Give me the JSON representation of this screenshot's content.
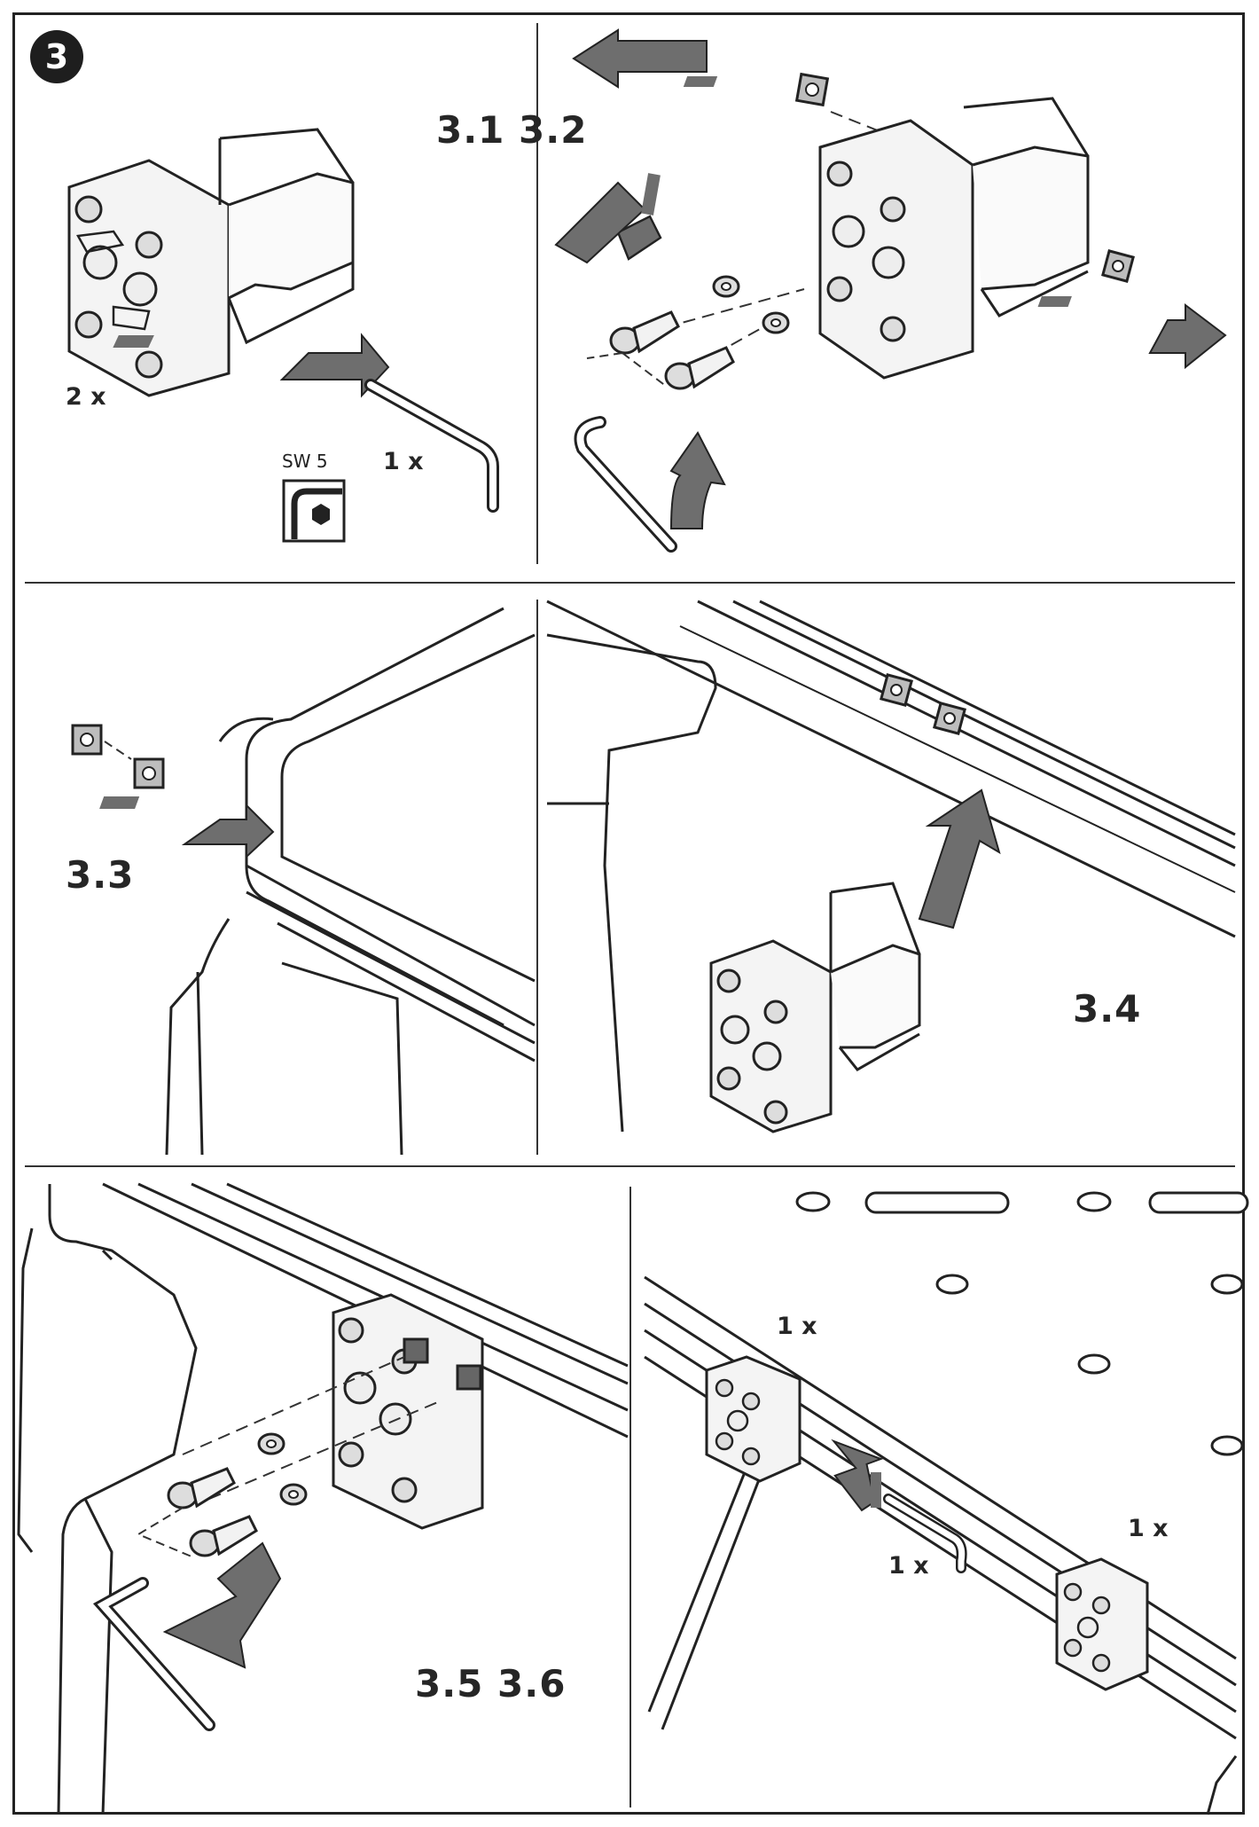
{
  "step": {
    "number": "3"
  },
  "panels": {
    "p1": {
      "title": "3.1 3.2",
      "qty_blocks": "2 x",
      "qty_key": "1 x",
      "tool_label": "SW 5"
    },
    "p3": {
      "title": "3.3"
    },
    "p4": {
      "title": "3.4"
    },
    "p5": {
      "title": "3.5 3.6"
    },
    "p6": {
      "qty_top": "1 x",
      "qty_right": "1 x",
      "qty_key": "1 x"
    }
  },
  "icons": [
    "hex-key-icon",
    "spacer-block",
    "square-nut",
    "cap-screw",
    "washer",
    "direction-arrow"
  ],
  "colors": {
    "line": "#222222",
    "arrow": "#6e6e6e",
    "block_face": "#f7f7f7",
    "nut": "#bdbdbd"
  }
}
